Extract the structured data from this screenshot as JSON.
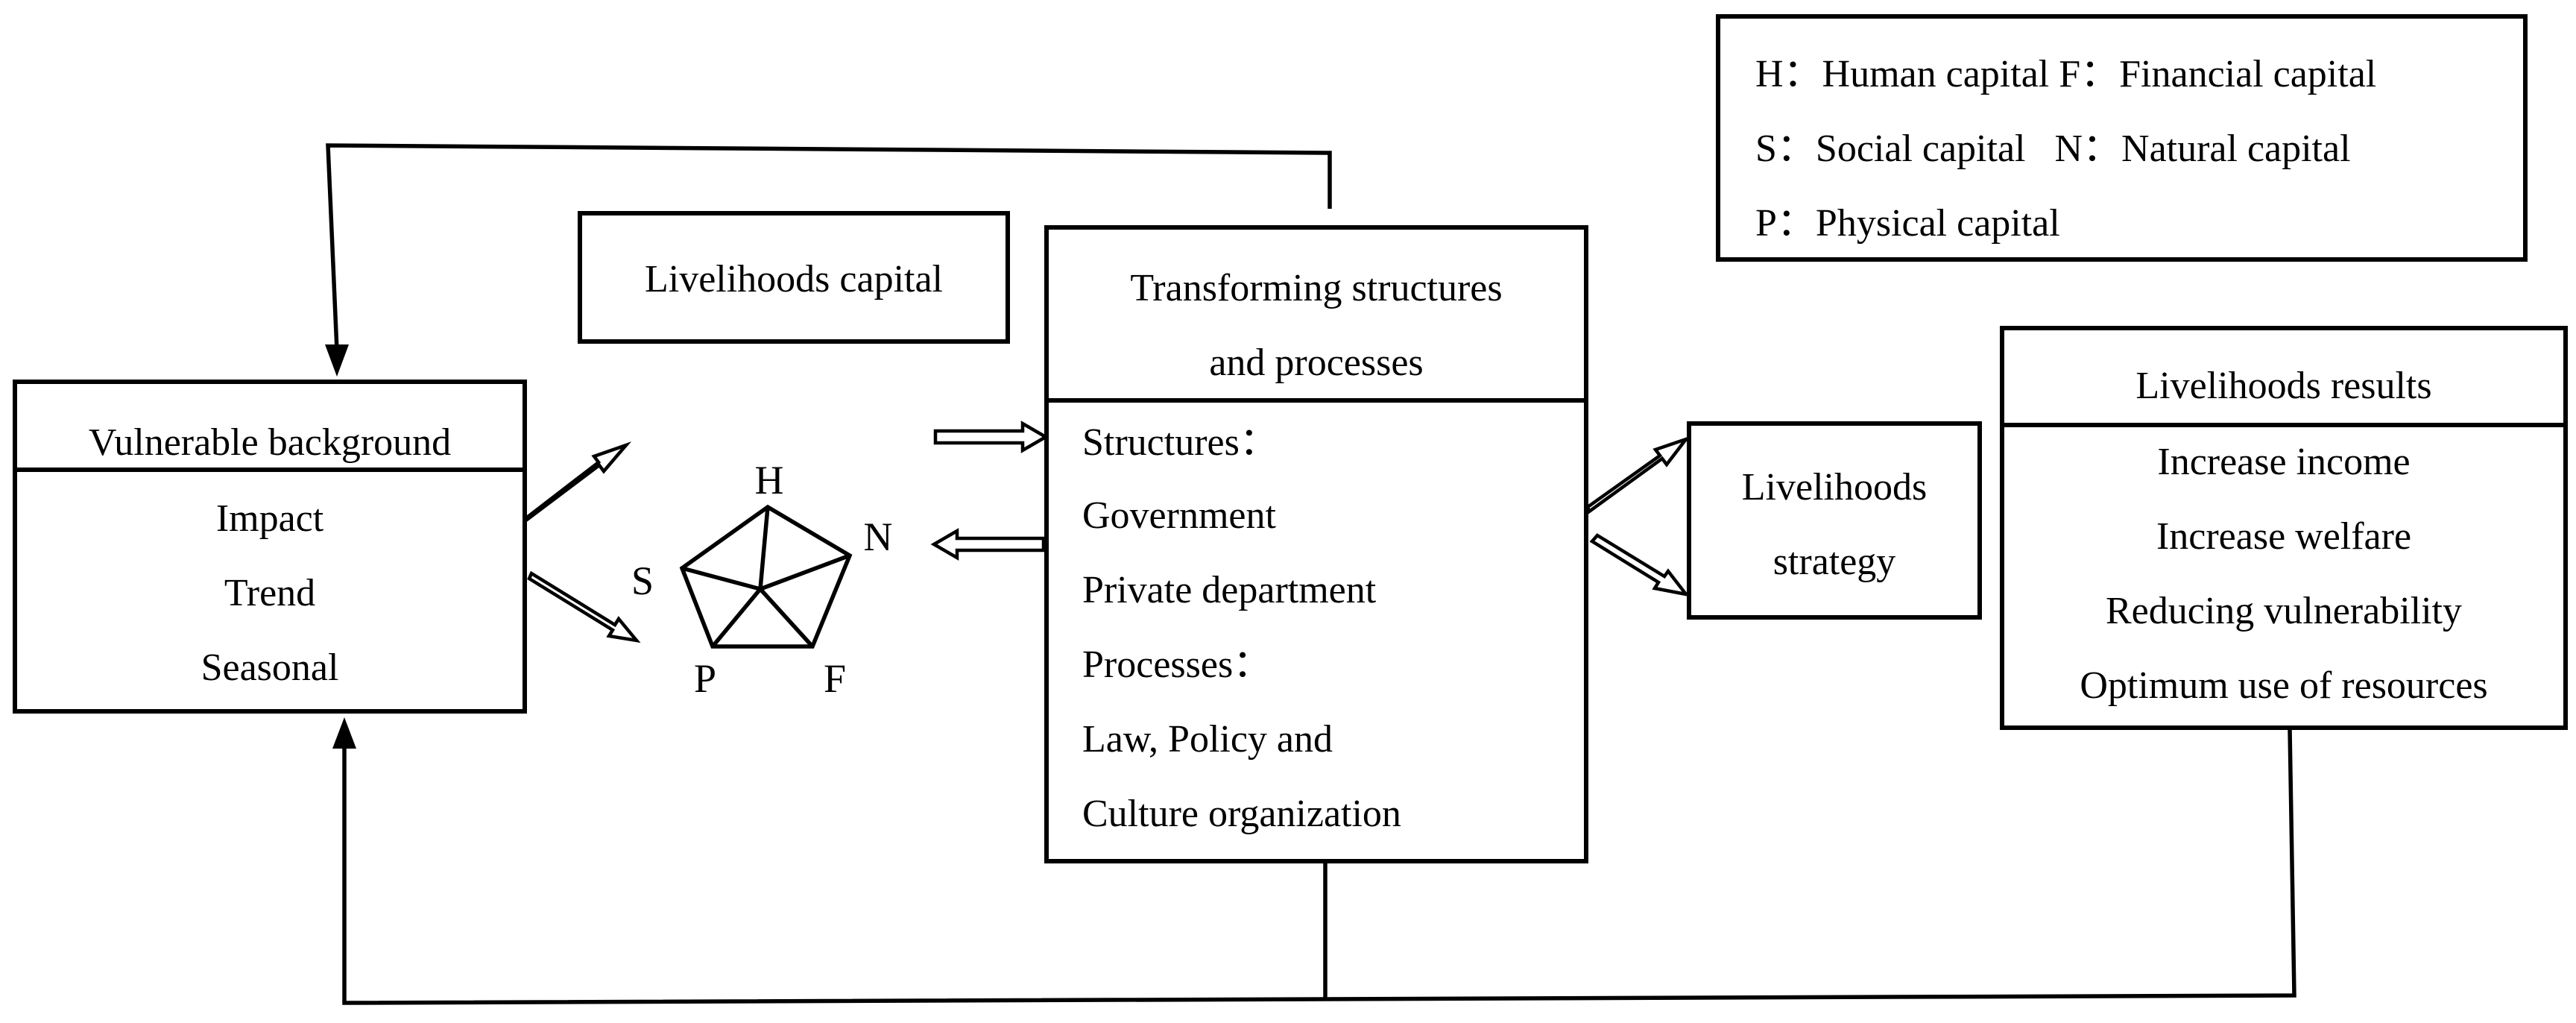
{
  "legend": {
    "line1": "H：Human capital F：Financial capital",
    "line2": "S：Social capital   N：Natural capital",
    "line3": "P：Physical capital"
  },
  "livelihoods_capital": {
    "title": "Livelihoods capital"
  },
  "pentagon": {
    "h": "H",
    "n": "N",
    "s": "S",
    "p": "P",
    "f": "F"
  },
  "vulnerable": {
    "title": "Vulnerable background",
    "items": [
      "Impact",
      "Trend",
      "Seasonal"
    ]
  },
  "transforming": {
    "title_line1": "Transforming structures",
    "title_line2": "and processes",
    "lines": [
      "Structures：",
      "Government",
      "Private department",
      "Processes：",
      "Law, Policy and",
      "Culture organization"
    ]
  },
  "strategy": {
    "line1": "Livelihoods",
    "line2": "strategy"
  },
  "results": {
    "title": "Livelihoods results",
    "items": [
      "Increase income",
      "Increase welfare",
      "Reducing vulnerability",
      "Optimum use of resources"
    ]
  }
}
